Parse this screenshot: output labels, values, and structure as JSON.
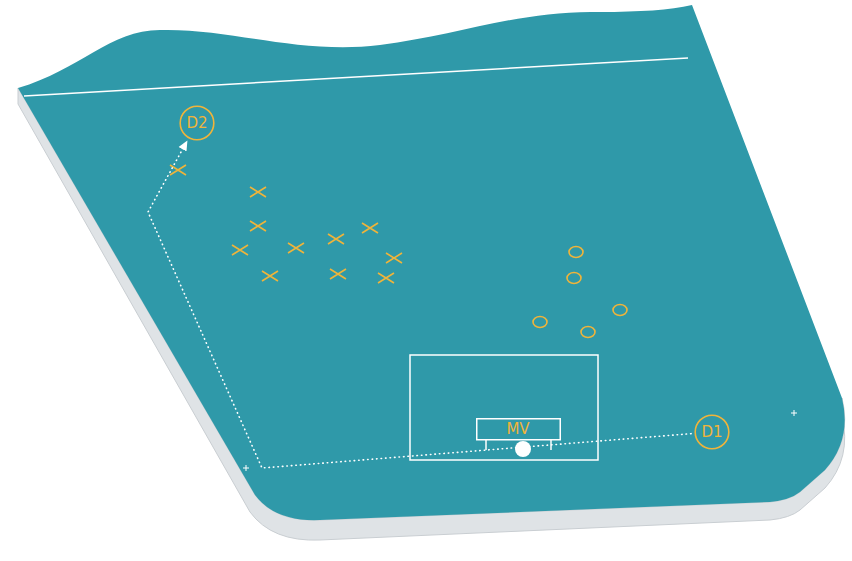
{
  "diagram": {
    "nodes": [
      {
        "text": [
          "D2"
        ]
      },
      {
        "text": [
          "MV"
        ]
      },
      {
        "text": [
          "D1"
        ]
      }
    ],
    "edges": [
      {
        "from": 2,
        "to": 0,
        "arrow": "to"
      }
    ]
  }
}
